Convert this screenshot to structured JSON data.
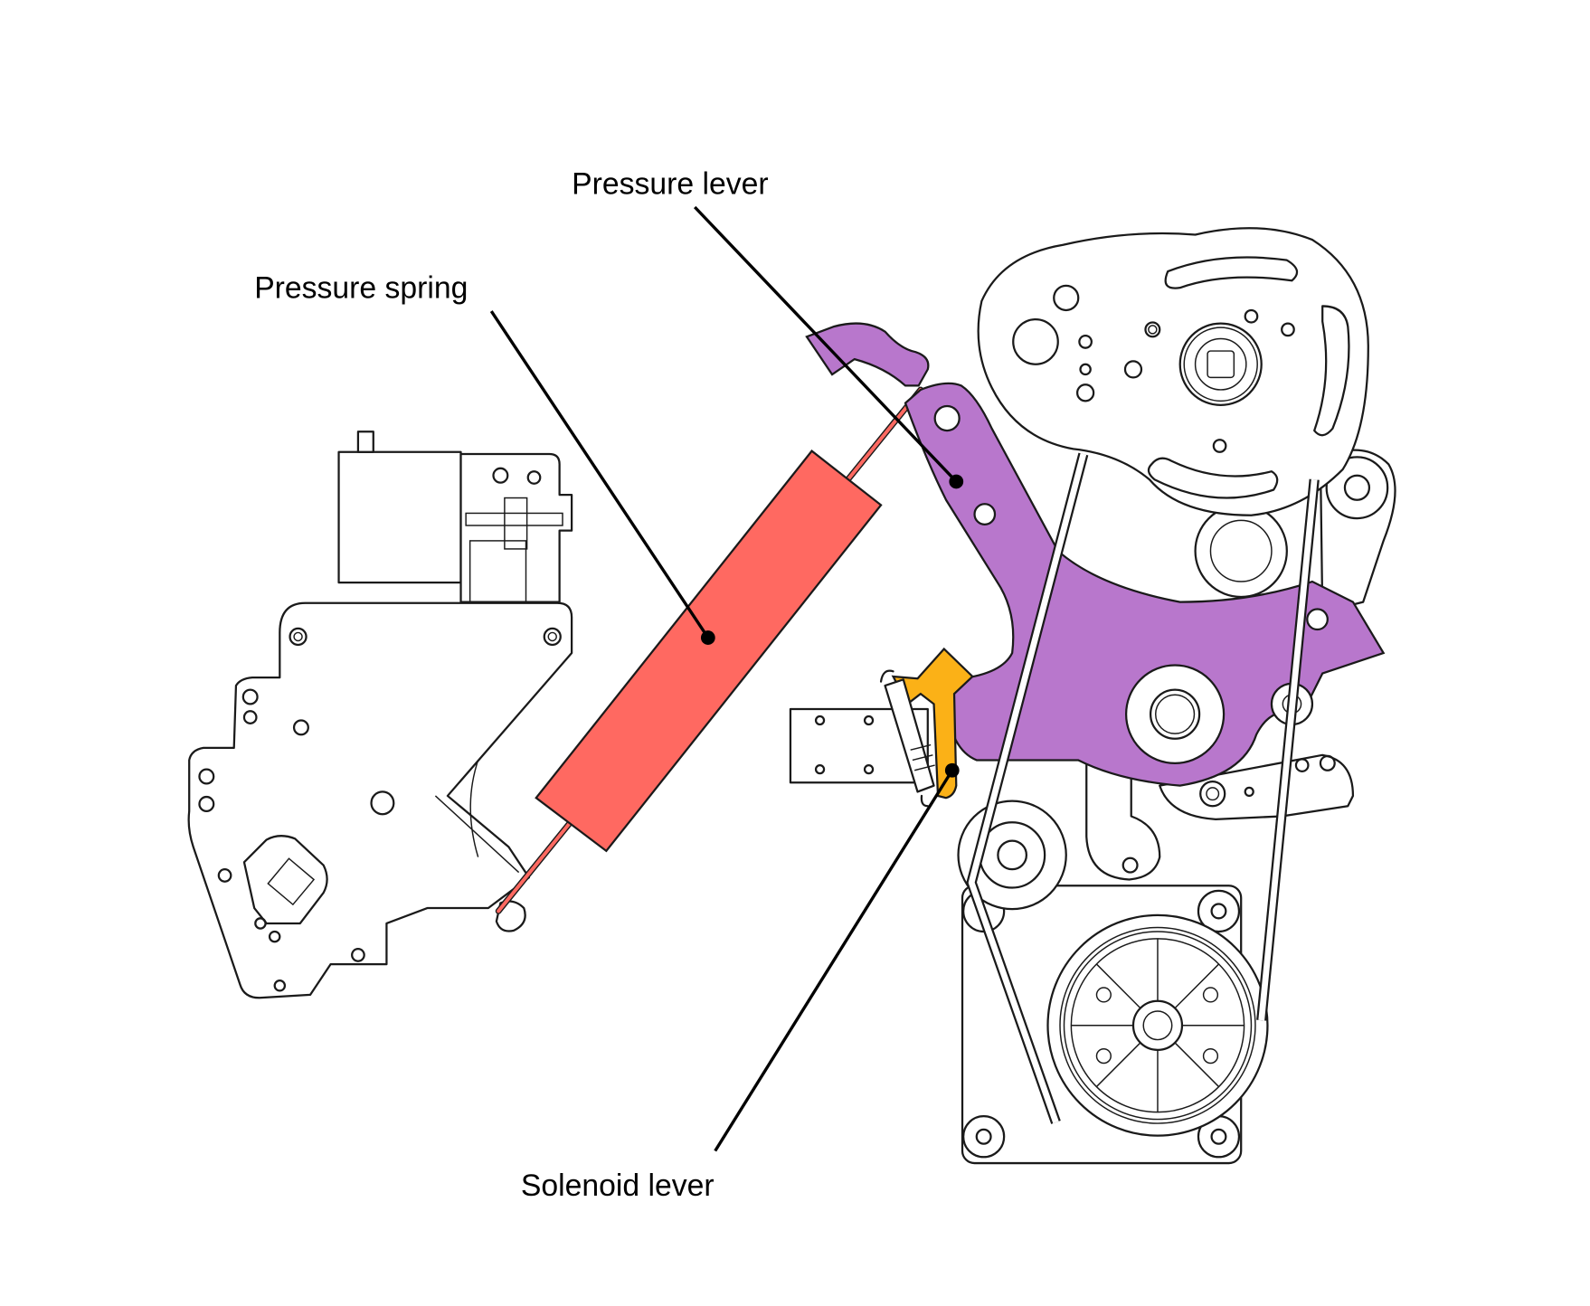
{
  "figure": {
    "type": "mechanical-assembly-diagram",
    "callouts": [
      {
        "id": "pressure-lever",
        "label": "Pressure lever",
        "color": "#b877cc"
      },
      {
        "id": "pressure-spring",
        "label": "Pressure spring",
        "color": "#ff6961"
      },
      {
        "id": "solenoid-lever",
        "label": "Solenoid lever",
        "color": "#fbb117"
      }
    ],
    "colors": {
      "pressure_lever": "#b877cc",
      "pressure_spring": "#ff6961",
      "solenoid_lever": "#fbb117",
      "linework": "#1a1a1a",
      "background": "#ffffff"
    }
  }
}
